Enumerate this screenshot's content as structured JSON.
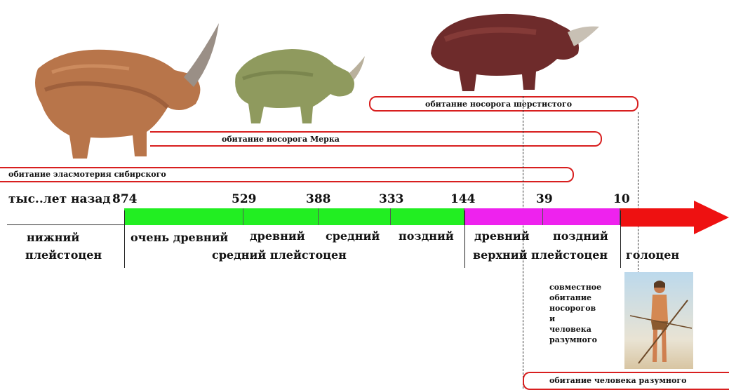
{
  "ranges": {
    "woolly": "обитание носорога шерстистого",
    "merck": "обитание носорога Мерка",
    "elasmo": "обитание эласмотерия сибирского",
    "human": "обитание человека разумного"
  },
  "timeline": {
    "unit_label": "тыс..лет назад",
    "ticks": [
      "874",
      "529",
      "388",
      "333",
      "144",
      "39",
      "10"
    ],
    "segments": [
      {
        "label": "очень древний",
        "color": "#22ee22"
      },
      {
        "label": "древний",
        "color": "#22ee22"
      },
      {
        "label": "средний",
        "color": "#22ee22"
      },
      {
        "label": "поздний",
        "color": "#22ee22"
      },
      {
        "label": "древний",
        "color": "#ee22ee"
      },
      {
        "label": "поздний",
        "color": "#ee22ee"
      }
    ],
    "arrow_color": "#ee1111"
  },
  "epochs": {
    "lower_line1": "нижний",
    "lower_line2": "плейстоцен",
    "middle": "средний плейстоцен",
    "upper": "верхний плейстоцен",
    "holocene": "голоцен"
  },
  "note": [
    "совместное",
    "обитание",
    "носорогов",
    "и",
    "человека",
    "разумного"
  ],
  "images": {
    "elasmotherium": "elasmotherium-rhino",
    "merck": "merck-rhino",
    "woolly": "woolly-rhino",
    "human": "human-hunter"
  }
}
